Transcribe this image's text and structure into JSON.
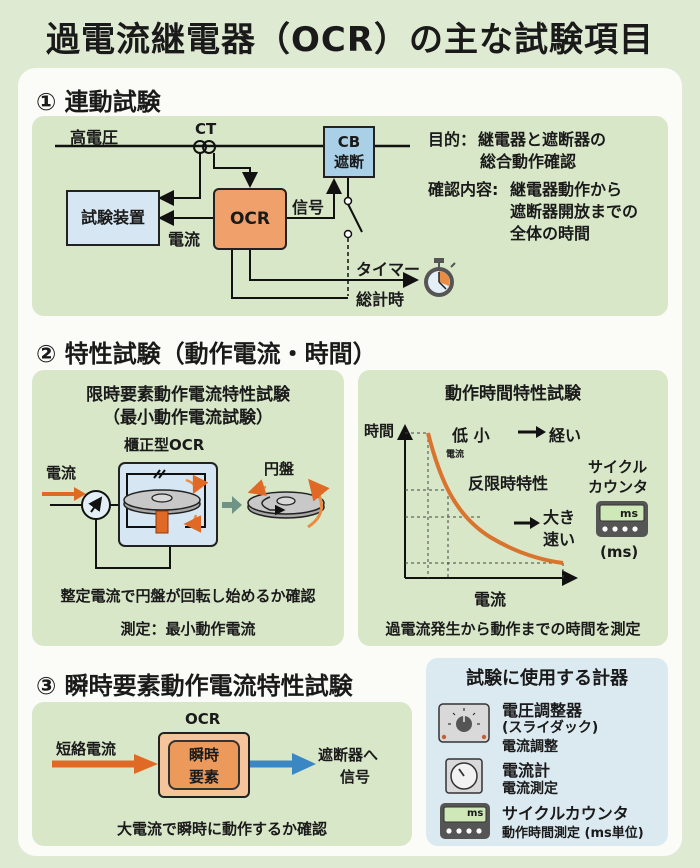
{
  "title": "過電流継電器（OCR）の主な試験項目",
  "colors": {
    "background": "#dfead3",
    "panel": "#fbfcf8",
    "section_box": "#d9e7c9",
    "ocr_orange": "#f0a06a",
    "test_device_blue": "#d6e6f2",
    "cb_blue": "#a9d0e6",
    "arrow_orange": "#e06a25",
    "arrow_blue": "#3b87c4",
    "instrument_box": "#dbe9f1"
  },
  "section1": {
    "heading": "① 連動試験",
    "diagram": {
      "high_voltage": "高電圧",
      "ct": "CT",
      "cb_line1": "CB",
      "cb_line2": "遮断",
      "test_device": "試験装置",
      "ocr": "OCR",
      "signal": "信号",
      "current": "電流",
      "timer": "タイマー",
      "total_time": "総計時"
    },
    "purpose_label": "目的：",
    "purpose_line1": "継電器と遮断器の",
    "purpose_line2": "総合動作確認",
    "check_label": "確認内容:",
    "check_line1": "継電器動作から",
    "check_line2": "遮断器開放までの",
    "check_line3": "全体の時間"
  },
  "section2": {
    "heading": "② 特性試験（動作電流・時間）",
    "left": {
      "title_line1": "限時要素動作電流特性試験",
      "title_line2": "（最小動作電流試験）",
      "relay_label": "櫃正型OCR",
      "disk_label": "円盤",
      "current_label": "電流",
      "note": "整定電流で円盤が回転し始めるか確認",
      "measure": "測定：最小動作電流"
    },
    "right": {
      "title": "動作時間特性試験",
      "y_axis": "時間",
      "x_axis": "電流",
      "low_label": "低 小",
      "low_current_small": "電流",
      "low_result": "経い",
      "curve_label": "反限時特性",
      "high_label_line1": "大き",
      "high_label_line2": "速い",
      "counter_title_line1": "サイクル",
      "counter_title_line2": "カウンタ",
      "counter_display": "ms",
      "counter_unit": "(ms)",
      "note": "過電流発生から動作までの時間を測定"
    }
  },
  "section3": {
    "heading": "③ 瞬時要素動作電流特性試験",
    "ocr_label": "OCR",
    "input": "短絡電流",
    "element_line1": "瞬時",
    "element_line2": "要素",
    "output_line1": "遮断器へ",
    "output_line2": "信号",
    "note": "大電流で瞬時に動作するか確認"
  },
  "instruments": {
    "title": "試験に使用する計器",
    "items": [
      {
        "icon": "voltage-regulator-icon",
        "name": "電圧調整器",
        "sub1": "(スライダック)",
        "sub2": "電流調整"
      },
      {
        "icon": "ammeter-icon",
        "name": "電流計",
        "sub1": "電流測定",
        "sub2": ""
      },
      {
        "icon": "cycle-counter-icon",
        "name": "サイクルカウンタ",
        "sub1": "動作時間測定 (ms単位)",
        "sub2": "",
        "display": "ms"
      }
    ]
  }
}
